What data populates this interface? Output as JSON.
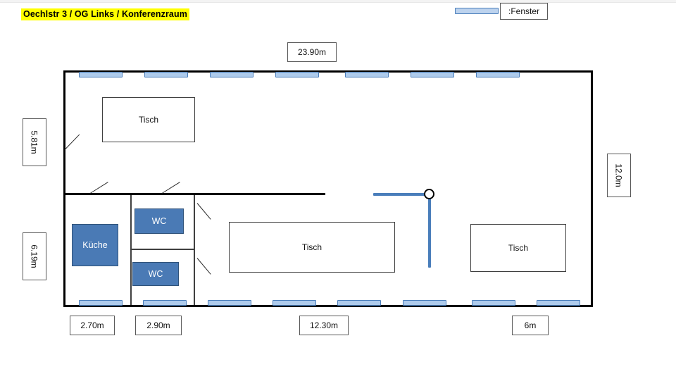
{
  "document": {
    "title": "Oechlstr 3  / OG Links  / Konferenzraum",
    "title_highlight_color": "#ffff00"
  },
  "legend": {
    "label": ":Fenster",
    "symbol_fill": "#aecbec",
    "symbol_stroke": "#4a7ebb"
  },
  "colors": {
    "wall": "#000000",
    "interior_wall": "#404040",
    "window_fill": "#aecbec",
    "window_stroke": "#4a7ebb",
    "room_fill": "#4a7ab5",
    "room_stroke": "#2f5279",
    "label_border": "#595959"
  },
  "dimensions": {
    "top": "23.90m",
    "right": "12.0m",
    "left_upper": "5.81m",
    "left_lower": "6.19m",
    "bottom": [
      "2.70m",
      "2.90m",
      "12.30m",
      "6m"
    ]
  },
  "furniture": {
    "tables": [
      {
        "label": "Tisch",
        "position": "upper-left"
      },
      {
        "label": "Tisch",
        "position": "lower-center"
      },
      {
        "label": "Tisch",
        "position": "lower-right"
      }
    ]
  },
  "rooms": [
    {
      "label": "Küche",
      "position": "lower-left"
    },
    {
      "label": "WC",
      "position": "middle-upper"
    },
    {
      "label": "WC",
      "position": "middle-lower"
    }
  ],
  "windows": {
    "top_count": 7,
    "bottom_count": 8
  },
  "marker": {
    "name": "pillar-marker",
    "color": "#4a7ebb"
  }
}
